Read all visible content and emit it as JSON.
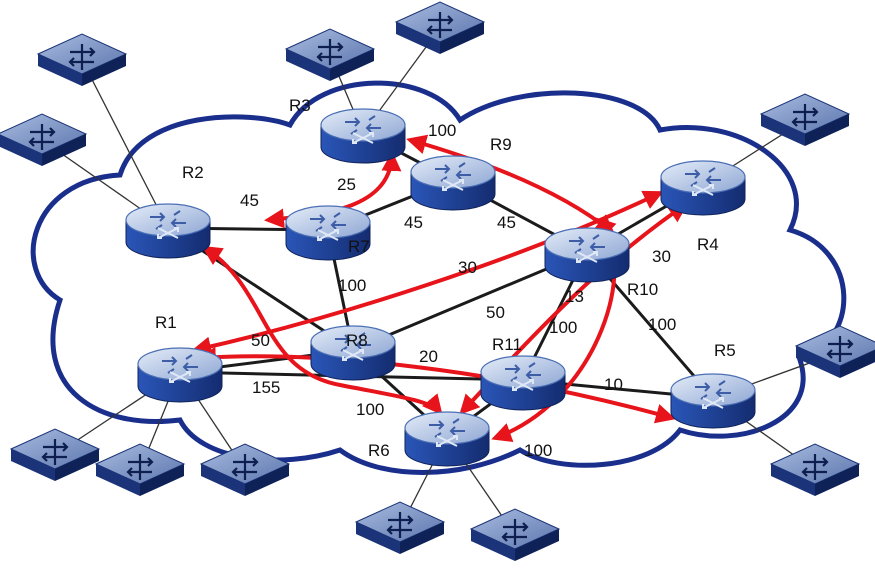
{
  "colors": {
    "cloud_stroke": "#1a2f8c",
    "link": "#1b1b1b",
    "path": "#e8141b",
    "router_top": "#c3d2ea",
    "router_side": "#1b3f98",
    "switch_top": "#7f97c6",
    "switch_side": "#1b3378"
  },
  "icons": {
    "router": "router-icon",
    "switch": "switch-icon"
  },
  "routers": [
    {
      "id": "R1",
      "label": "R1"
    },
    {
      "id": "R2",
      "label": "R2"
    },
    {
      "id": "R3",
      "label": "R3"
    },
    {
      "id": "R4",
      "label": "R4"
    },
    {
      "id": "R5",
      "label": "R5"
    },
    {
      "id": "R6",
      "label": "R6"
    },
    {
      "id": "R7",
      "label": "R7"
    },
    {
      "id": "R8",
      "label": "R8"
    },
    {
      "id": "R9",
      "label": "R9"
    },
    {
      "id": "R10",
      "label": "R10"
    },
    {
      "id": "R11",
      "label": "R11"
    }
  ],
  "links": [
    {
      "from": "R2",
      "to": "R7"
    },
    {
      "from": "R7",
      "to": "R9"
    },
    {
      "from": "R3",
      "to": "R9"
    },
    {
      "from": "R9",
      "to": "R10"
    },
    {
      "from": "R7",
      "to": "R8"
    },
    {
      "from": "R8",
      "to": "R10"
    },
    {
      "from": "R10",
      "to": "R4"
    },
    {
      "from": "R10",
      "to": "R11"
    },
    {
      "from": "R10",
      "to": "R5"
    },
    {
      "from": "R1",
      "to": "R8"
    },
    {
      "from": "R1",
      "to": "R11"
    },
    {
      "from": "R8",
      "to": "R6"
    },
    {
      "from": "R11",
      "to": "R6"
    },
    {
      "from": "R11",
      "to": "R5"
    },
    {
      "from": "R2",
      "to": "R8"
    }
  ],
  "weights": [
    "45",
    "25",
    "100",
    "45",
    "45",
    "100",
    "30",
    "50",
    "13",
    "100",
    "30",
    "100",
    "50",
    "155",
    "20",
    "10",
    "100",
    "100"
  ],
  "paths_count": 7
}
